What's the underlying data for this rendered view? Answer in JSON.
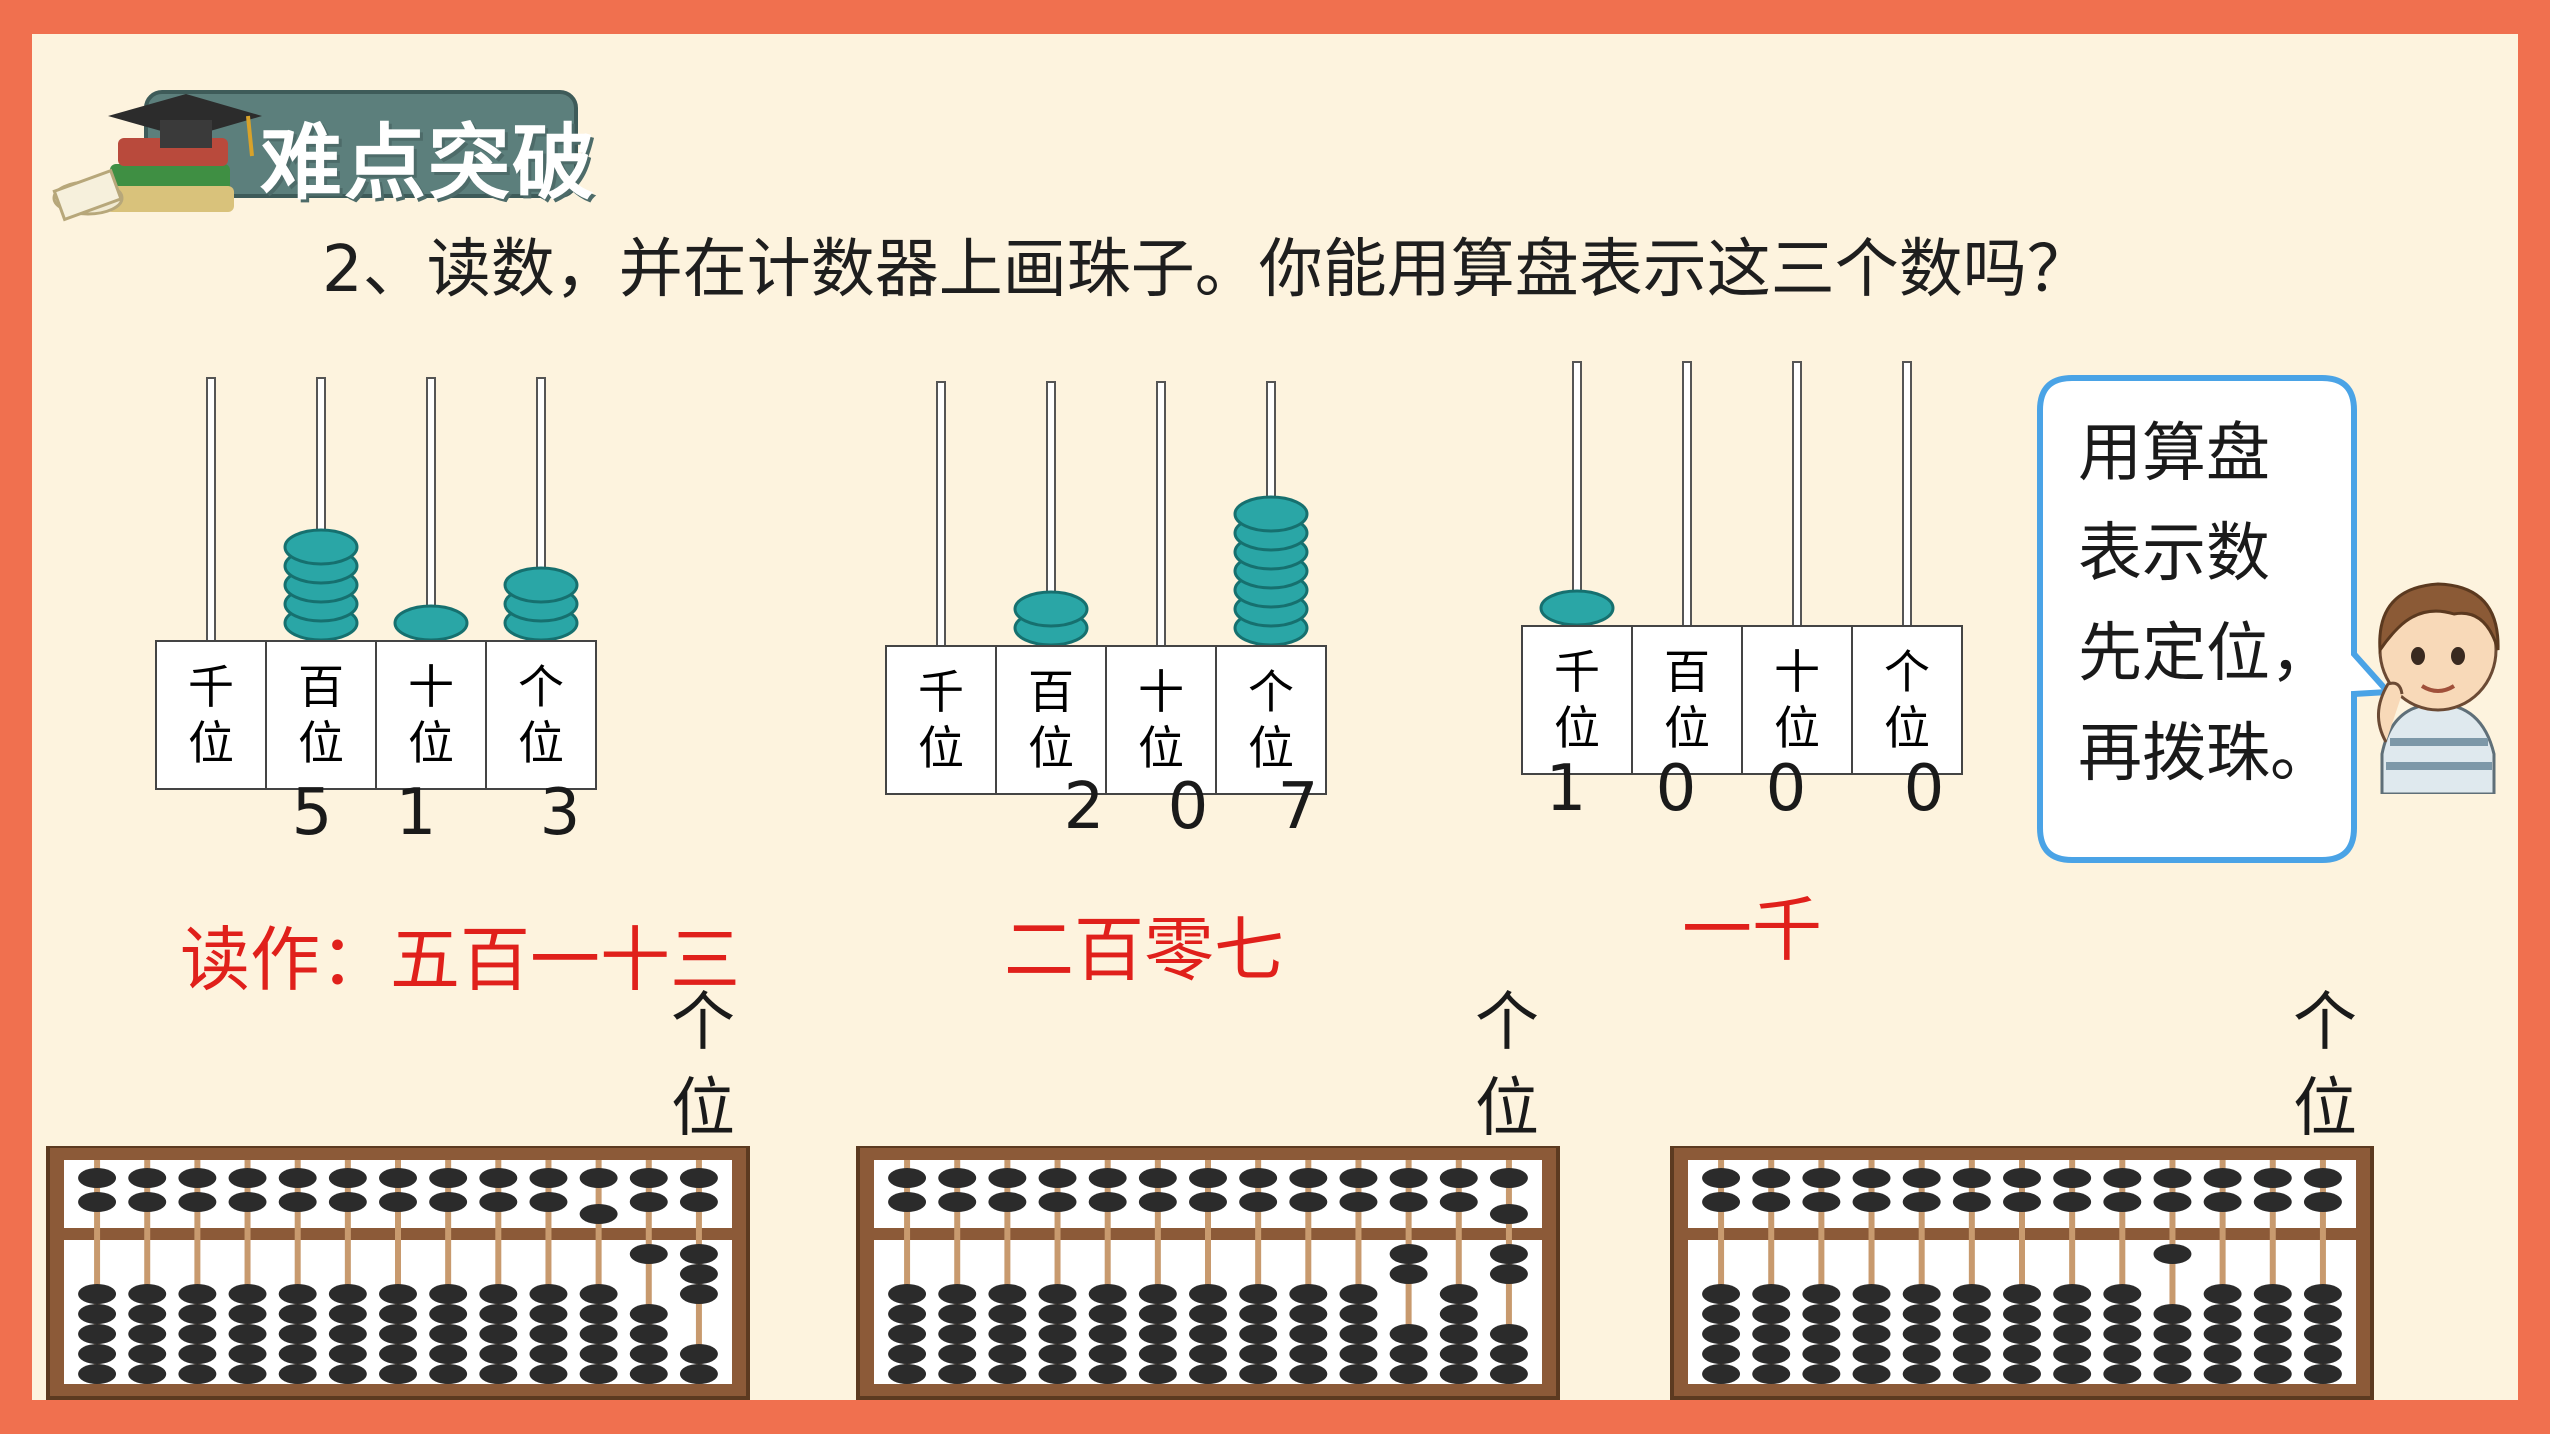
{
  "section_title": "难点突破",
  "question": "2、读数，并在计数器上画珠子。你能用算盘表示这三个数吗？",
  "place_names": [
    "千位",
    "百位",
    "十位",
    "个位"
  ],
  "counters": [
    {
      "digits": [
        "5",
        "1",
        "",
        "3"
      ],
      "bead_counts": [
        0,
        5,
        1,
        3
      ],
      "reading": "读作：五百一十三"
    },
    {
      "digits": [
        "",
        "2",
        "0",
        "7"
      ],
      "bead_counts": [
        0,
        2,
        0,
        7
      ],
      "reading": "二百零七"
    },
    {
      "digits": [
        "1",
        "0",
        "0",
        "0"
      ],
      "bead_counts": [
        1,
        0,
        0,
        0
      ],
      "reading": "一千"
    }
  ],
  "abacus_place_label": "个位",
  "abacus_values": [
    513,
    207,
    1000
  ],
  "speech_bubble": [
    "用算盘",
    "表示数",
    "先定位，",
    "再拨珠。"
  ],
  "colors": {
    "border": "#f0704f",
    "background": "#fdf3de",
    "bead": "#2aa6a6",
    "reading": "#e0201b",
    "abacus_frame": "#8c5a38",
    "bubble_border": "#4aa3e6"
  }
}
